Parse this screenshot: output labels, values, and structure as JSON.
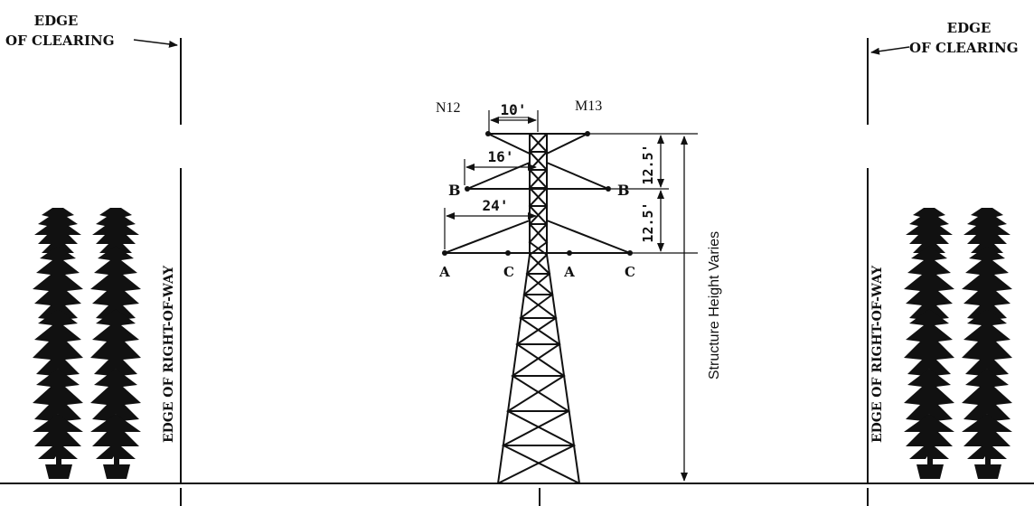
{
  "left_clearing": {
    "line1": "EDGE",
    "line2": "OF  CLEARING"
  },
  "right_clearing": {
    "line1": "EDGE",
    "line2": "OF  CLEARING"
  },
  "left_row_label": "EDGE  OF  RIGHT-OF-WAY",
  "right_row_label": "EDGE  OF  RIGHT-OF-WAY",
  "conductors": {
    "top_left": "N12",
    "top_right": "M13",
    "mid_left": "B",
    "mid_right": "B",
    "bottom": [
      "A",
      "C",
      "A",
      "C"
    ]
  },
  "dimensions": {
    "top_width": "10'",
    "mid_width": "16'",
    "bottom_width": "24'",
    "upper_spacing": "12.5'",
    "lower_spacing": "12.5'"
  },
  "structure_height_label": "Structure Height Varies"
}
